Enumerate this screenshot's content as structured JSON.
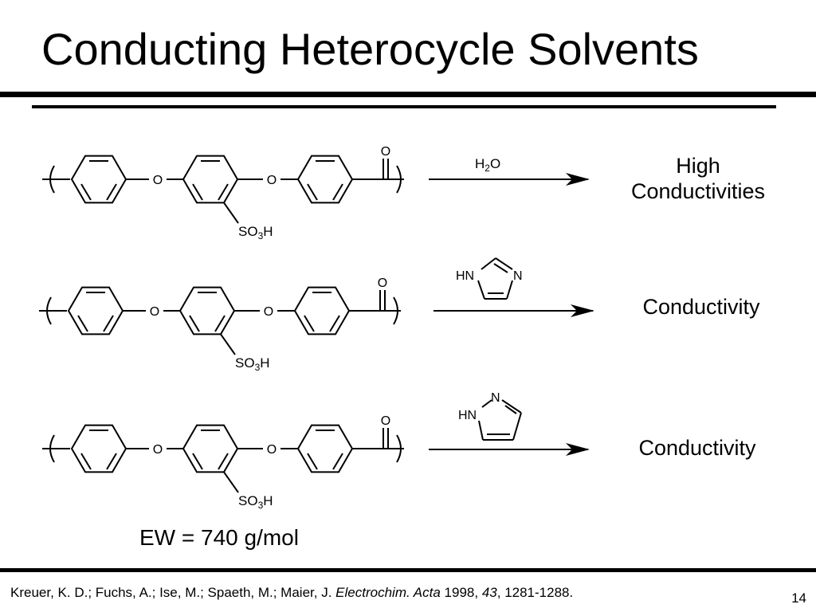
{
  "slide": {
    "title": "Conducting Heterocycle Solvents",
    "page_number": "14"
  },
  "polymer": {
    "bridge_atom": "O",
    "carbonyl_atom": "O",
    "sulfonic_group": {
      "main": "SO",
      "sub": "3",
      "tail": "H"
    }
  },
  "reactions": [
    {
      "reagent": {
        "main": "H",
        "sub": "2",
        "tail": "O"
      },
      "result_lines": [
        "High",
        "Conductivities"
      ]
    },
    {
      "reagent": {
        "ring": "imidazole",
        "nh_label": "HN",
        "n_label": "N"
      },
      "result_lines": [
        "Conductivity"
      ]
    },
    {
      "reagent": {
        "ring": "pyrazole",
        "nh_label": "HN",
        "n_label": "N"
      },
      "result_lines": [
        "Conductivity"
      ]
    }
  ],
  "equivalent_weight": "EW = 740 g/mol",
  "reference": {
    "authors": "Kreuer, K. D.; Fuchs, A.; Ise, M.; Spaeth, M.; Maier, J.",
    "journal": "Electrochim. Acta",
    "year": "1998,",
    "volume": "43",
    "pages": ", 1281-1288."
  }
}
